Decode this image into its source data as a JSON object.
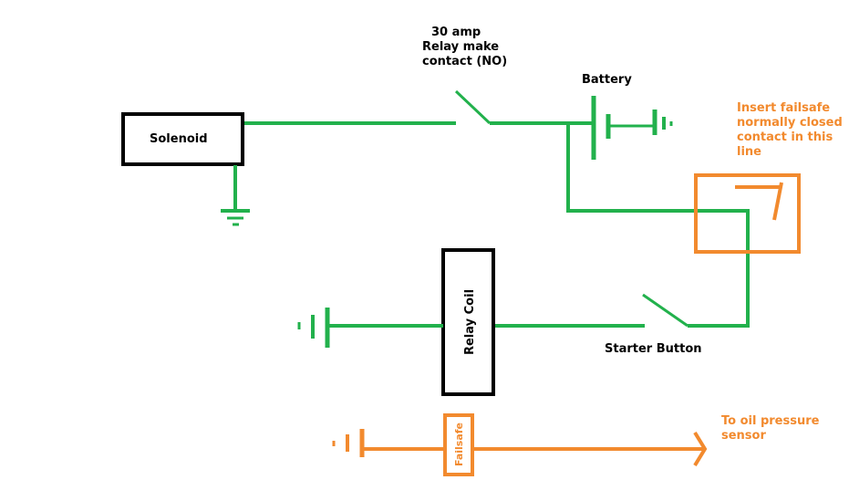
{
  "colors": {
    "wire": "#22b14c",
    "box": "#000000",
    "accent": "#f28a2e",
    "background": "#ffffff"
  },
  "labels": {
    "relay_contact": [
      "30 amp",
      "Relay make",
      "contact (NO)"
    ],
    "battery": "Battery",
    "solenoid": "Solenoid",
    "failsafe_note": [
      "Insert failsafe",
      "normally closed",
      "contact in this",
      "line"
    ],
    "relay_coil": "Relay Coil",
    "starter_button": "Starter Button",
    "failsafe_box": "Failsafe",
    "oil_sensor": [
      "To oil pressure",
      "sensor"
    ]
  }
}
